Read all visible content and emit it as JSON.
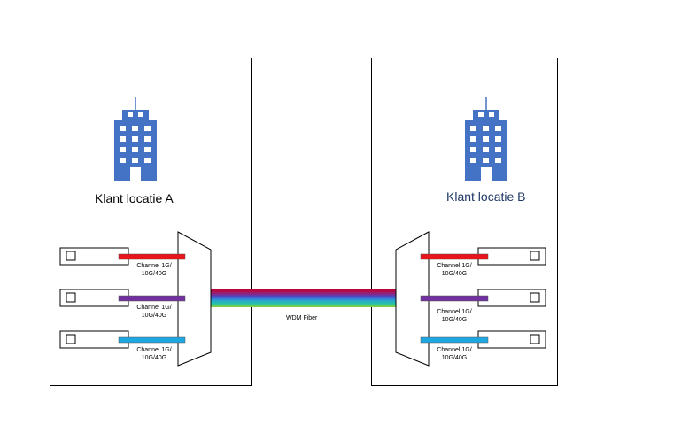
{
  "site_a": {
    "label": "Klant locatie A",
    "label_color": "#000000",
    "icon": "office-building-icon"
  },
  "site_b": {
    "label": "Klant locatie B",
    "label_color": "#1f3864",
    "icon": "office-building-icon"
  },
  "channels": [
    {
      "line1": "Channel 1G/",
      "line2": "10G/40G",
      "color": "#e8141b"
    },
    {
      "line1": "Channel 1G/",
      "line2": "10G/40G",
      "color": "#7030a0"
    },
    {
      "line1": "Channel 1G/",
      "line2": "10G/40G",
      "color": "#1fa7e1"
    }
  ],
  "fiber": {
    "label": "WDM Fiber",
    "gradient": [
      "#c00030",
      "#9b1f6e",
      "#4b49c9",
      "#2a9fd6",
      "#26c3a5",
      "#8ccf3a"
    ]
  },
  "colors": {
    "building": "#4472c4",
    "building_window": "#ffffff",
    "outline": "#000000"
  }
}
